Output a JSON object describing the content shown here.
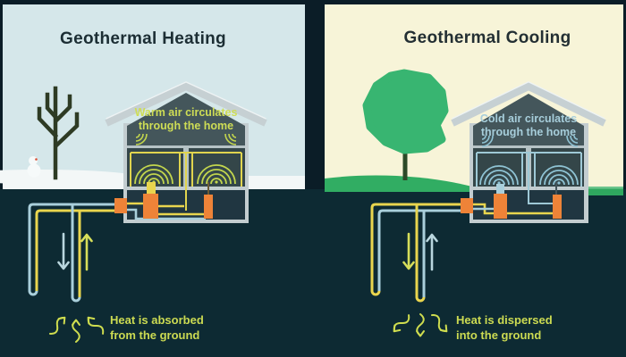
{
  "left_panel": {
    "title": "Geothermal Heating",
    "house_caption": [
      "Warm air circulates",
      "through the home"
    ],
    "ground_caption": [
      "Heat is absorbed",
      "from the ground"
    ],
    "season": "winter"
  },
  "right_panel": {
    "title": "Geothermal Cooling",
    "house_caption": [
      "Cold air circulates",
      "through the home"
    ],
    "ground_caption": [
      "Heat is dispersed",
      "into the ground"
    ],
    "season": "summer"
  },
  "colors": {
    "frame_dark_navy": "#0b1d27",
    "underground": "#0d2a33",
    "sky_winter": "#d5e7ea",
    "sky_summer": "#f7f4d8",
    "snow": "#f3f7f7",
    "grass_green": "#31ad63",
    "tree_green": "#38b571",
    "accent_yellow_green": "#cedd55",
    "accent_light_blue": "#a9cfdb",
    "pipe_yellow": "#e9d54e",
    "pump_orange": "#ee8338",
    "house_frame_gray": "#c3cdd0",
    "house_interior": "#44565b",
    "title_text": "#1c2e34"
  }
}
